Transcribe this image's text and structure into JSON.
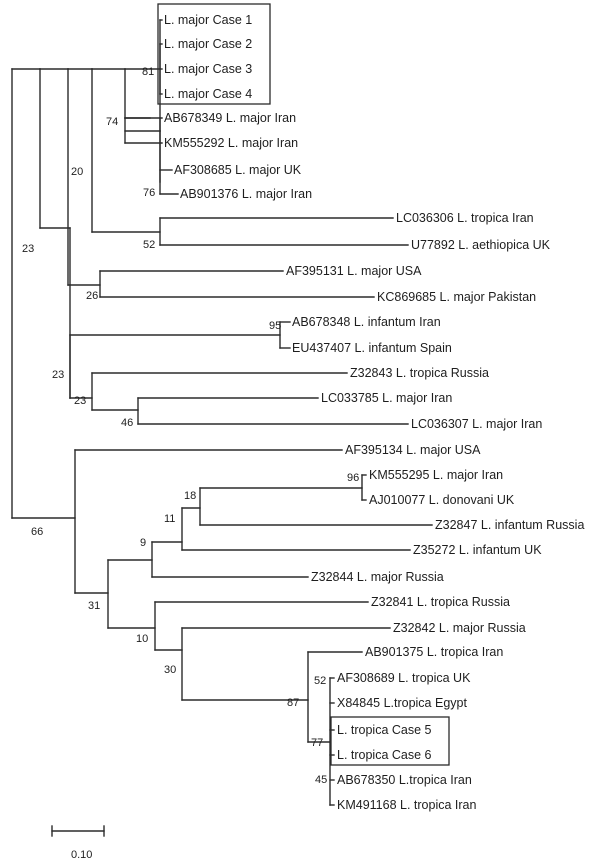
{
  "tree": {
    "leaves": [
      {
        "id": "L1",
        "label": "L. major Case 1"
      },
      {
        "id": "L2",
        "label": "L. major Case 2"
      },
      {
        "id": "L3",
        "label": "L. major Case 3"
      },
      {
        "id": "L4",
        "label": "L. major Case 4"
      },
      {
        "id": "L5",
        "label": "AB678349 L. major Iran"
      },
      {
        "id": "L6",
        "label": "KM555292 L. major Iran"
      },
      {
        "id": "L7",
        "label": "AF308685 L. major UK"
      },
      {
        "id": "L8",
        "label": "AB901376 L. major Iran"
      },
      {
        "id": "L9",
        "label": "LC036306 L. tropica Iran"
      },
      {
        "id": "L10",
        "label": "U77892 L. aethiopica UK"
      },
      {
        "id": "L11",
        "label": "AF395131 L. major USA"
      },
      {
        "id": "L12",
        "label": "KC869685 L. major Pakistan"
      },
      {
        "id": "L13",
        "label": "AB678348 L. infantum Iran"
      },
      {
        "id": "L14",
        "label": "EU437407 L. infantum Spain"
      },
      {
        "id": "L15",
        "label": "Z32843 L. tropica Russia"
      },
      {
        "id": "L16",
        "label": "LC033785 L. major Iran"
      },
      {
        "id": "L17",
        "label": "LC036307 L. major Iran"
      },
      {
        "id": "L18",
        "label": "AF395134 L. major USA"
      },
      {
        "id": "L19",
        "label": "KM555295 L. major Iran"
      },
      {
        "id": "L20",
        "label": "AJ010077 L. donovani UK"
      },
      {
        "id": "L21",
        "label": "Z32847 L. infantum Russia"
      },
      {
        "id": "L22",
        "label": "Z35272 L. infantum UK"
      },
      {
        "id": "L23",
        "label": "Z32844 L. major Russia"
      },
      {
        "id": "L24",
        "label": "Z32841 L. tropica Russia"
      },
      {
        "id": "L25",
        "label": "Z32842 L. major Russia"
      },
      {
        "id": "L26",
        "label": "AB901375 L. tropica Iran"
      },
      {
        "id": "L27",
        "label": "AF308689 L. tropica UK"
      },
      {
        "id": "L28",
        "label": "X84845 L.tropica Egypt"
      },
      {
        "id": "L29",
        "label": "L. tropica Case 5"
      },
      {
        "id": "L30",
        "label": "L. tropica Case 6"
      },
      {
        "id": "L31",
        "label": "AB678350 L.tropica Iran"
      },
      {
        "id": "L32",
        "label": "KM491168 L. tropica Iran"
      }
    ],
    "bootstrap": [
      {
        "id": "b81",
        "value": "81"
      },
      {
        "id": "b74",
        "value": "74"
      },
      {
        "id": "b20",
        "value": "20"
      },
      {
        "id": "b76",
        "value": "76"
      },
      {
        "id": "b52a",
        "value": "52"
      },
      {
        "id": "b23a",
        "value": "23"
      },
      {
        "id": "b26",
        "value": "26"
      },
      {
        "id": "b95",
        "value": "95"
      },
      {
        "id": "b23b",
        "value": "23"
      },
      {
        "id": "b23c",
        "value": "23"
      },
      {
        "id": "b46",
        "value": "46"
      },
      {
        "id": "b96",
        "value": "96"
      },
      {
        "id": "b18",
        "value": "18"
      },
      {
        "id": "b11",
        "value": "11"
      },
      {
        "id": "b9",
        "value": "9"
      },
      {
        "id": "b66",
        "value": "66"
      },
      {
        "id": "b31",
        "value": "31"
      },
      {
        "id": "b10",
        "value": "10"
      },
      {
        "id": "b30",
        "value": "30"
      },
      {
        "id": "b87",
        "value": "87"
      },
      {
        "id": "b52b",
        "value": "52"
      },
      {
        "id": "b77",
        "value": "77"
      },
      {
        "id": "b45",
        "value": "45"
      }
    ],
    "scale_bar": {
      "value": "0.10"
    }
  }
}
